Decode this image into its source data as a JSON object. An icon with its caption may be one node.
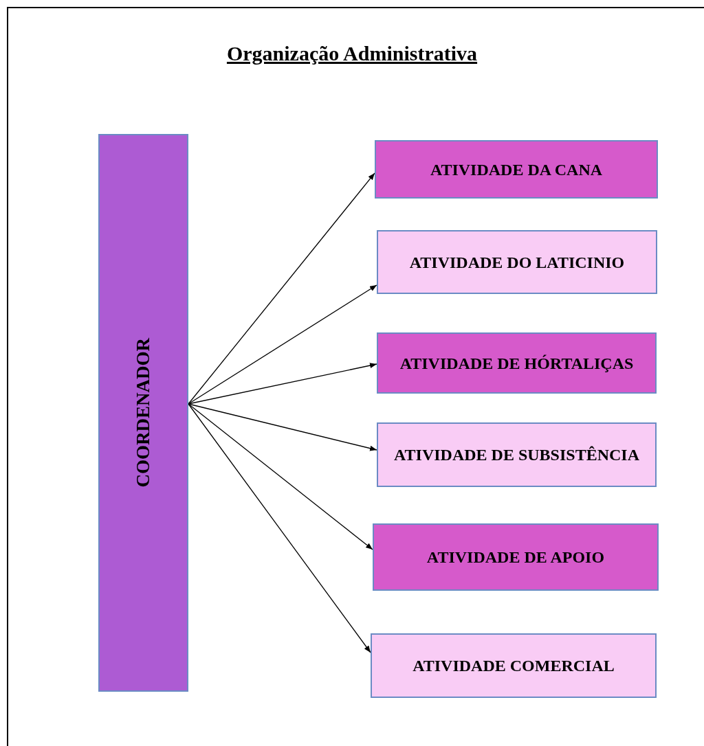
{
  "diagram": {
    "title": "Organização Administrativa",
    "nodes": [
      {
        "text": [
          "COORDENADOR"
        ]
      },
      {
        "text": [
          "ATIVIDADE DA CANA"
        ]
      },
      {
        "text": [
          "ATIVIDADE DO LATICINIO"
        ]
      },
      {
        "text": [
          "ATIVIDADE DE HÓRTALIÇAS"
        ]
      },
      {
        "text": [
          "ATIVIDADE DE SUBSISTÊNCIA"
        ]
      },
      {
        "text": [
          "ATIVIDADE DE APOIO"
        ]
      },
      {
        "text": [
          "ATIVIDADE COMERCIAL"
        ]
      }
    ],
    "edges": [
      {
        "from": 0,
        "to": 1,
        "arrow": "to"
      },
      {
        "from": 0,
        "to": 2,
        "arrow": "to"
      },
      {
        "from": 0,
        "to": 3,
        "arrow": "to"
      },
      {
        "from": 0,
        "to": 4,
        "arrow": "to"
      },
      {
        "from": 0,
        "to": 5,
        "arrow": "to"
      },
      {
        "from": 0,
        "to": 6,
        "arrow": "to"
      }
    ]
  }
}
